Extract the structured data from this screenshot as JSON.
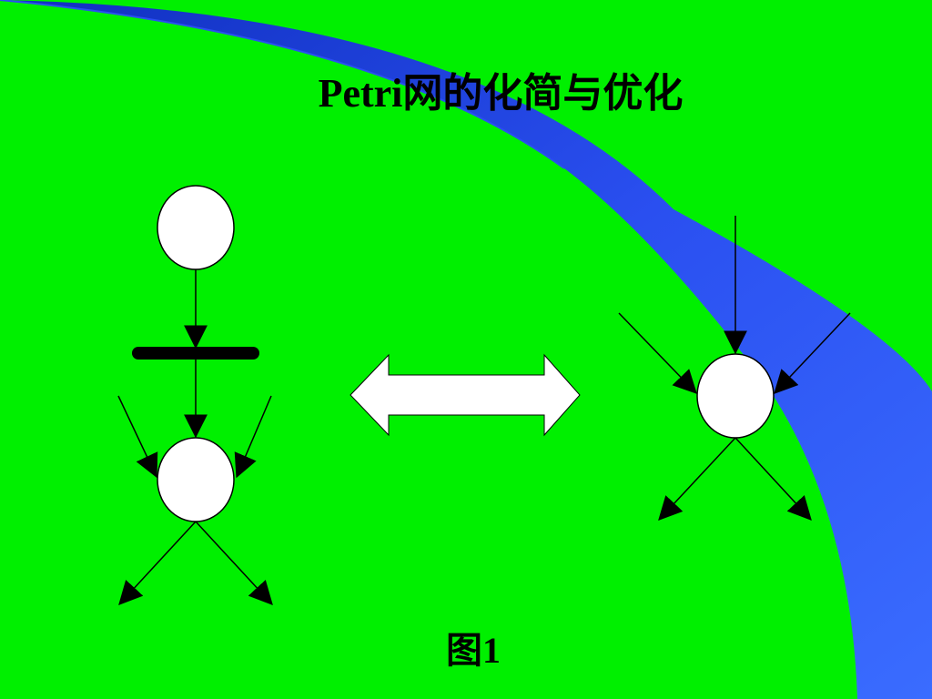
{
  "slide": {
    "title": "Petri网的化简与优化",
    "caption": "图1"
  },
  "colors": {
    "background": "#00f000",
    "swoosh_dark": "#1a3ad6",
    "swoosh_light": "#3366ff",
    "place_fill": "#ffffff",
    "stroke": "#000000"
  },
  "diagram": {
    "left_net": {
      "places": 2,
      "transitions": 1,
      "description_elements": [
        "input-place",
        "transition-bar",
        "output-place",
        "side-input-arcs",
        "output-arcs"
      ]
    },
    "equivalence_symbol": "double-headed-arrow",
    "right_net": {
      "places": 1,
      "input_arcs": 3,
      "output_arcs": 2
    }
  }
}
